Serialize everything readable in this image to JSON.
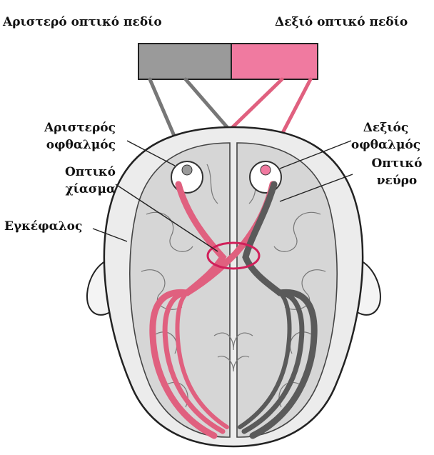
{
  "labels": {
    "left_visual_field": "Αριστερό οπτικό πεδίο",
    "right_visual_field": "Δεξιό οπτικό πεδίο",
    "left_eye_1": "Αριστερός",
    "left_eye_2": "οφθαλμός",
    "right_eye_1": "Δεξιός",
    "right_eye_2": "οφθαλμός",
    "optic_chiasm_1": "Οπτικό",
    "optic_chiasm_2": "χίασμα",
    "optic_nerve_1": "Οπτικό",
    "optic_nerve_2": "νεύρο",
    "brain": "Εγκέφαλος"
  },
  "colors": {
    "left_field": "#9a9a9a",
    "right_field": "#f07aa0",
    "pink_path": "#e0607f",
    "gray_path": "#5a5a5a",
    "brain_fill": "#d6d6d6",
    "skull_fill": "#ececec",
    "chiasm_ring": "#d0205a"
  }
}
